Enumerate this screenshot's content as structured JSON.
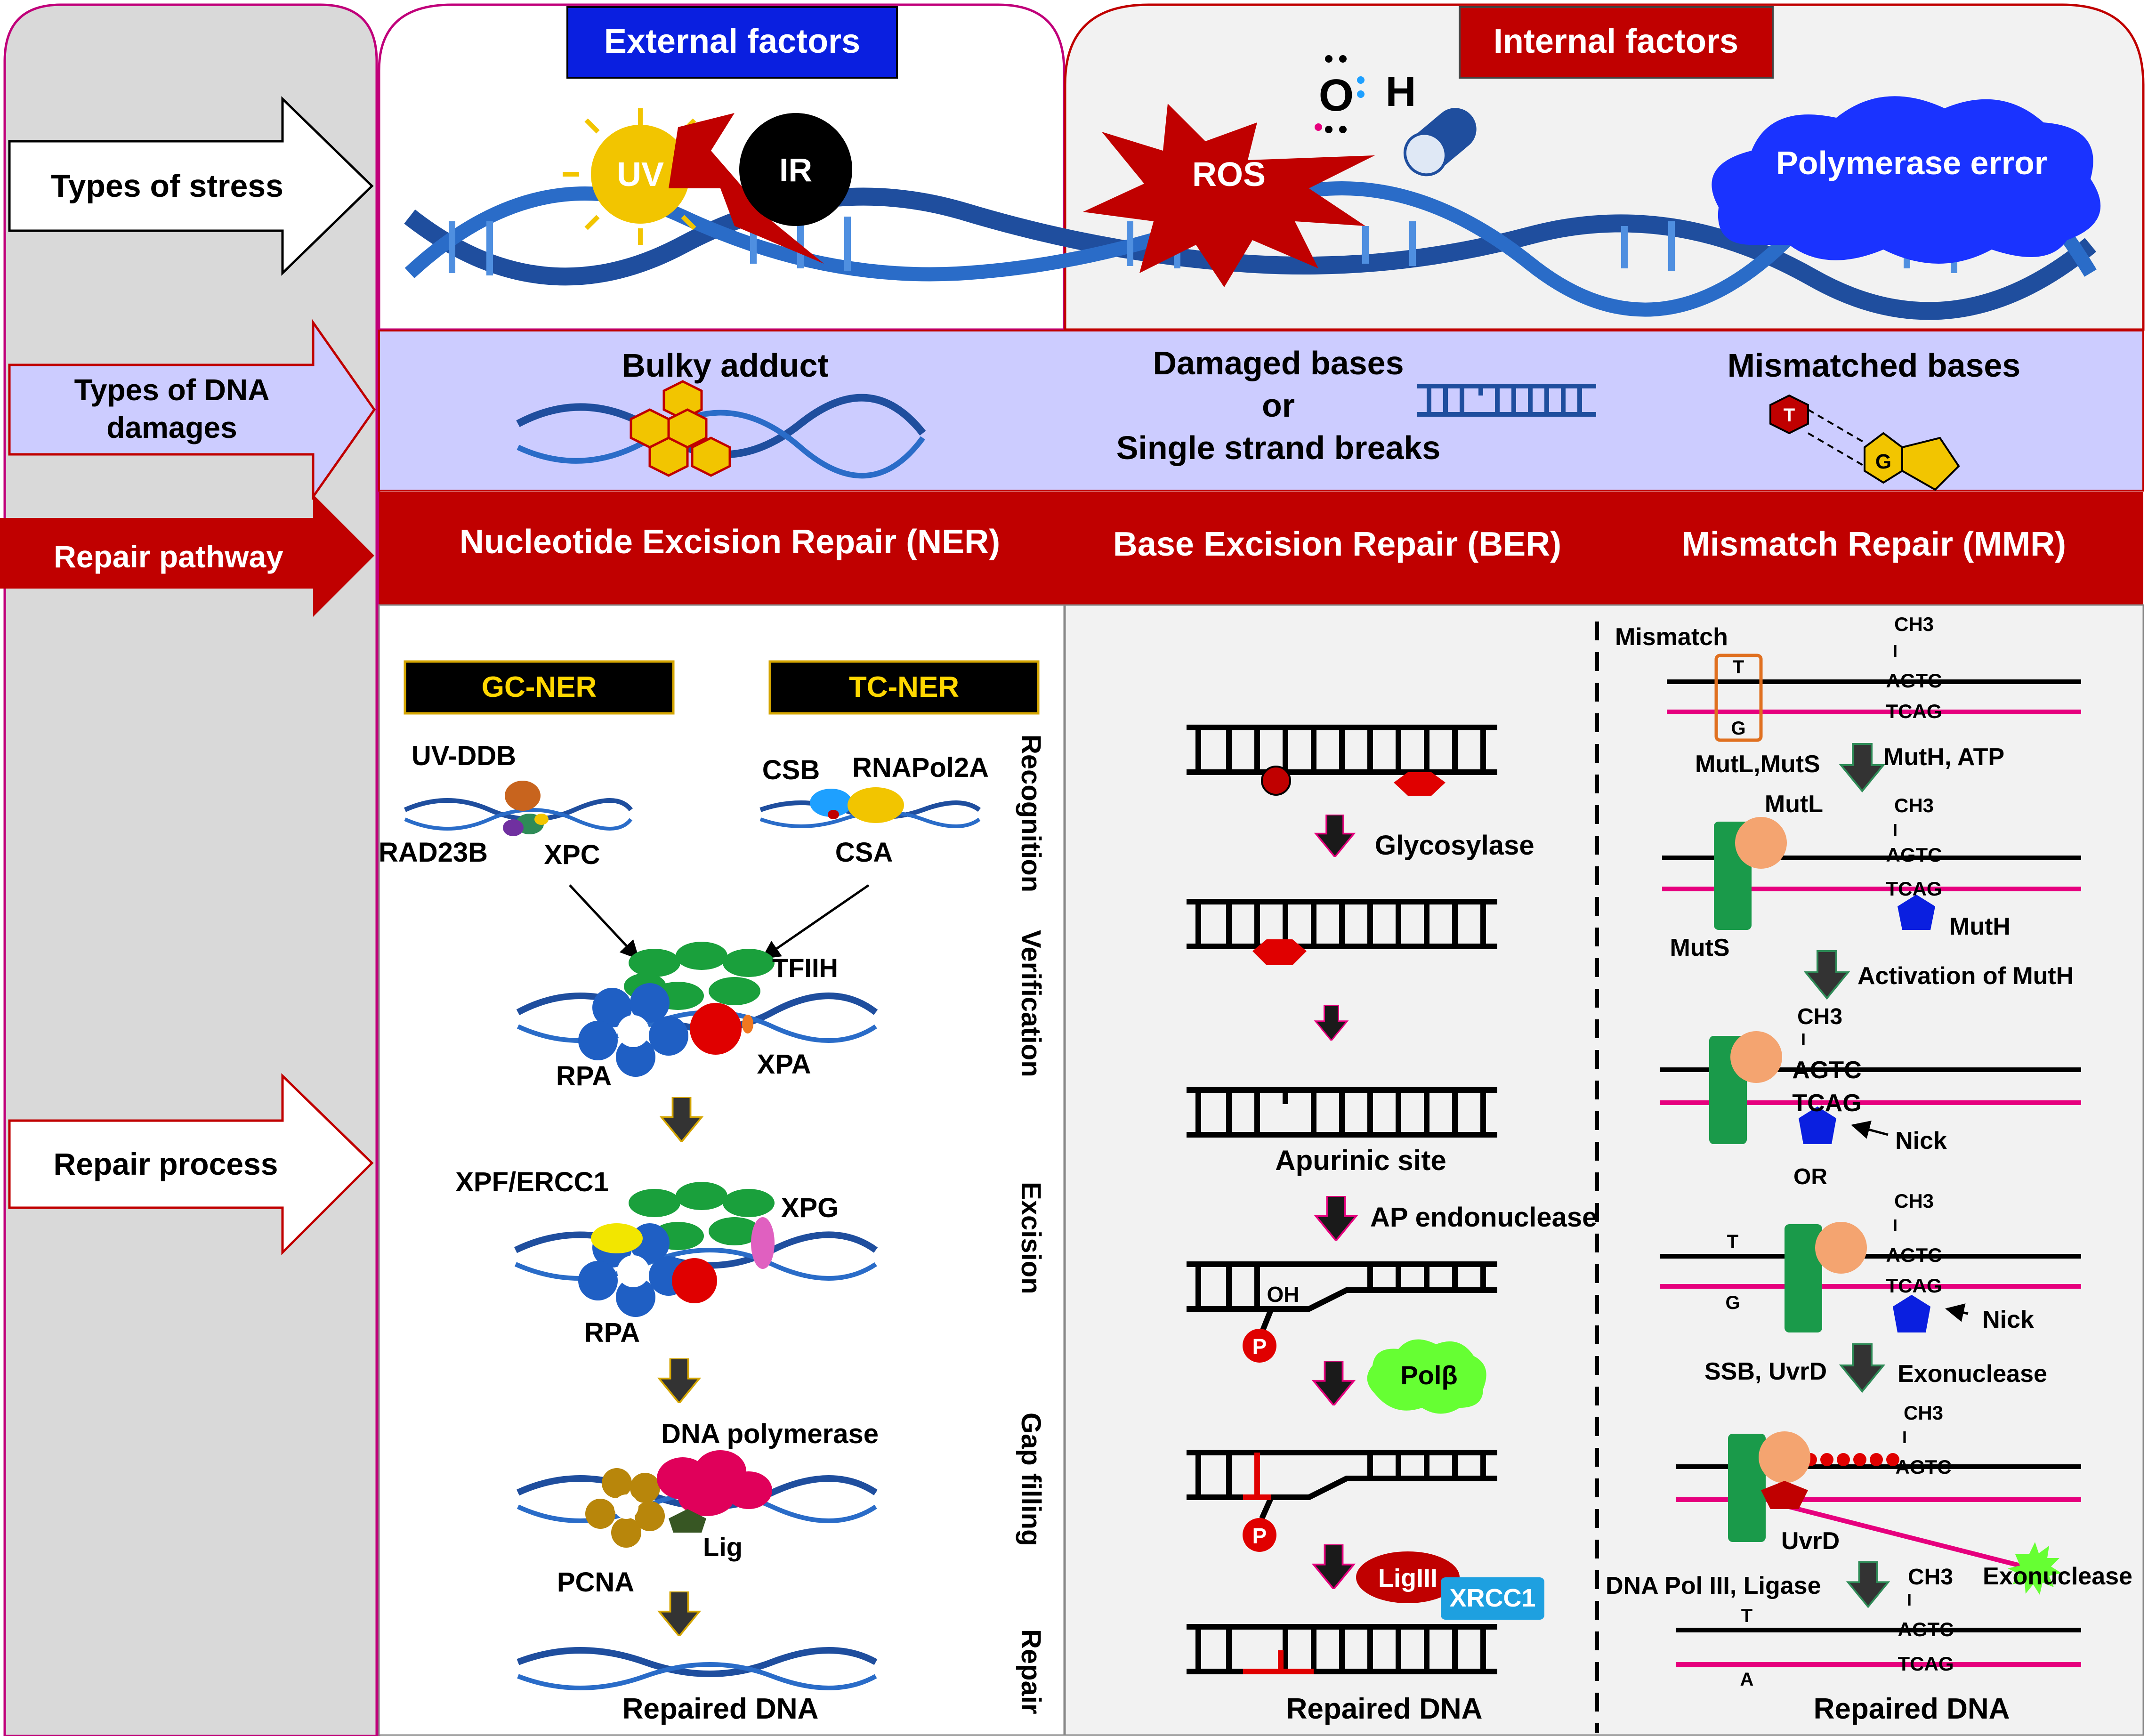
{
  "left_column": {
    "types_of_stress": "Types of stress",
    "types_of_dna_damages_line1": "Types of DNA",
    "types_of_dna_damages_line2": "damages",
    "repair_pathway": "Repair pathway",
    "repair_process": "Repair process"
  },
  "stress": {
    "external_factors": "External factors",
    "internal_factors": "Internal factors",
    "uv": "UV",
    "ir": "IR",
    "ros": "ROS",
    "oh_o": "O",
    "oh_h": "H",
    "polymerase_error": "Polymerase error"
  },
  "damages": {
    "bulky_adduct": "Bulky adduct",
    "damaged_bases_line1": "Damaged bases",
    "damaged_bases_line2": "or",
    "damaged_bases_line3": "Single strand breaks",
    "mismatched_bases": "Mismatched bases",
    "base_t": "T",
    "base_g": "G"
  },
  "pathways": {
    "ner": "Nucleotide Excision Repair (NER)",
    "ber": "Base Excision Repair (BER)",
    "mmr": "Mismatch Repair (MMR)"
  },
  "ner": {
    "gc_ner": "GC-NER",
    "tc_ner": "TC-NER",
    "uv_ddb": "UV-DDB",
    "rad23b": "RAD23B",
    "xpc": "XPC",
    "csb": "CSB",
    "rnapol2a": "RNAPol2A",
    "csa": "CSA",
    "tfiih": "TFIIH",
    "rpa": "RPA",
    "xpa": "XPA",
    "xpf_ercc1": "XPF/ERCC1",
    "xpg": "XPG",
    "rpa2": "RPA",
    "dna_polymerase": "DNA  polymerase",
    "pcna": "PCNA",
    "lig": "Lig",
    "repaired_dna": "Repaired DNA",
    "stages": [
      "Recognition",
      "Verification",
      "Excision",
      "Gap filling",
      "Repair"
    ]
  },
  "ber": {
    "glycosylase": "Glycosylase",
    "apurinic_site": "Apurinic  site",
    "ap_endonuclease": "AP endonuclease",
    "oh": "OH",
    "p": "P",
    "polb": "Polβ",
    "ligiii": "LigIII",
    "xrcc1": "XRCC1",
    "repaired_dna": "Repaired DNA"
  },
  "mmr": {
    "mismatch": "Mismatch",
    "ch3": "CH3",
    "tick": "I",
    "agtc": "AGTC",
    "tcag": "TCAG",
    "t": "T",
    "g": "G",
    "a": "A",
    "mutl_muts": "MutL,MutS",
    "muth_atp": "MutH, ATP",
    "mutl": "MutL",
    "muts": "MutS",
    "muth": "MutH",
    "activation_of_muth": "Activation of MutH",
    "nick": "Nick",
    "or": "OR",
    "ssb_uvrd": "SSB, UvrD",
    "exonuclease": "Exonuclease",
    "uvrd": "UvrD",
    "dna_pol_ligase": "DNA  Pol III, Ligase",
    "repaired_dna": "Repaired DNA"
  },
  "colors": {
    "panel_gray": "#d9d9d9",
    "band_lavender": "#ccccff",
    "band_red": "#c00000",
    "dna_blue": "#1f4e9e",
    "label_blue": "#1a1aff",
    "nick_pink": "#e6007e",
    "yellow_label": "#ffd700"
  }
}
